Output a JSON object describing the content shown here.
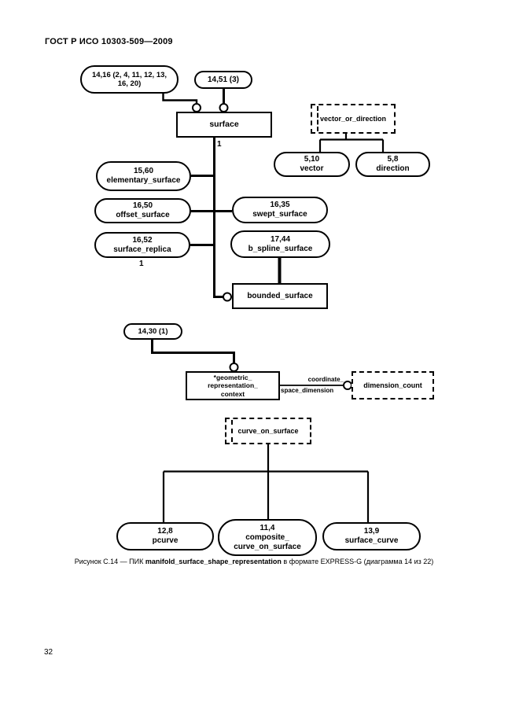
{
  "header": "ГОСТ Р ИСО 10303-509—2009",
  "page_number": "32",
  "caption": {
    "prefix": "Рисунок С.14 — ПИК ",
    "entity": "manifold_surface_shape_representation",
    "suffix": " в формате EXPRESS-G (диаграмма 14 из 22)"
  },
  "diagram": {
    "page_refs": {
      "top_multi_line1": "14,16 (2, 4, 11, 12, 13,",
      "top_multi_line2": "16, 20)",
      "ref_14_51": "14,51 (3)",
      "ref_14_30": "14,30 (1)"
    },
    "entities": {
      "surface": "surface",
      "bounded_surface": "bounded_surface",
      "geometric_context_line1": "*geometric_",
      "geometric_context_line2": "representation_",
      "geometric_context_line3": "context"
    },
    "types": {
      "vector_or_direction": "vector_or_direction",
      "dimension_count": "dimension_count",
      "curve_on_surface": "curve_on_surface"
    },
    "interschema_refs": {
      "vector": {
        "ref": "5,10",
        "name": "vector"
      },
      "direction": {
        "ref": "5,8",
        "name": "direction"
      },
      "elementary_surface": {
        "ref": "15,60",
        "name": "elementary_surface"
      },
      "offset_surface": {
        "ref": "16,50",
        "name": "offset_surface"
      },
      "swept_surface": {
        "ref": "16,35",
        "name": "swept_surface"
      },
      "surface_replica": {
        "ref": "16,52",
        "name": "surface_replica"
      },
      "b_spline_surface": {
        "ref": "17,44",
        "name": "b_spline_surface"
      },
      "pcurve": {
        "ref": "12,8",
        "name": "pcurve"
      },
      "composite_curve_on_surface": {
        "ref": "11,4",
        "name_line1": "composite_",
        "name_line2": "curve_on_surface"
      },
      "surface_curve": {
        "ref": "13,9",
        "name": "surface_curve"
      }
    },
    "attribute_labels": {
      "coordinate": "coordinate_",
      "space_dimension": "space_dimension"
    },
    "cardinality": {
      "surface_subtypes": "1",
      "surface_replica_note": "1"
    },
    "colors": {
      "line": "#000000",
      "background": "#ffffff"
    }
  }
}
